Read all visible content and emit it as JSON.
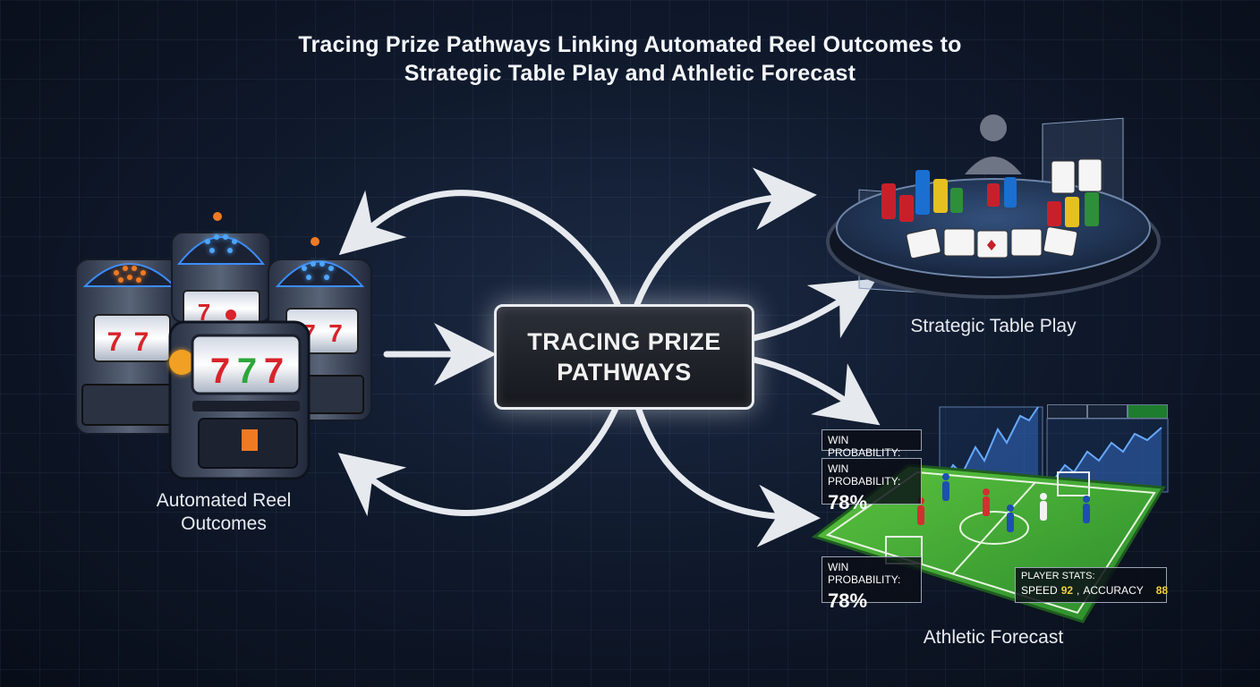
{
  "title": {
    "line1": "Tracing Prize Pathways Linking Automated Reel Outcomes to",
    "line2": "Strategic Table Play and Athletic Forecast"
  },
  "center": {
    "line1": "TRACING PRIZE",
    "line2": "PATHWAYS"
  },
  "nodes": {
    "reels": {
      "line1": "Automated Reel",
      "line2": "Outcomes"
    },
    "table": {
      "label": "Strategic Table Play"
    },
    "athletic": {
      "label": "Athletic Forecast"
    }
  },
  "reel_symbols": [
    "7",
    "7",
    "7"
  ],
  "forecast": {
    "win_prob_label": "WIN PROBABILITY:",
    "win_prob_value": "78%",
    "player_stats_label": "PLAYER STATS:",
    "speed_label": "SPEED",
    "speed_value": "92",
    "accuracy_label": "ACCURACY",
    "accuracy_value": "88"
  },
  "colors": {
    "background": "#0c1424",
    "arrow": "#e6e9ee",
    "pitch": "#3aa336",
    "felt": "#253a5c",
    "accent_blue": "#3b8cff",
    "stat_yellow": "#f3d03a"
  }
}
